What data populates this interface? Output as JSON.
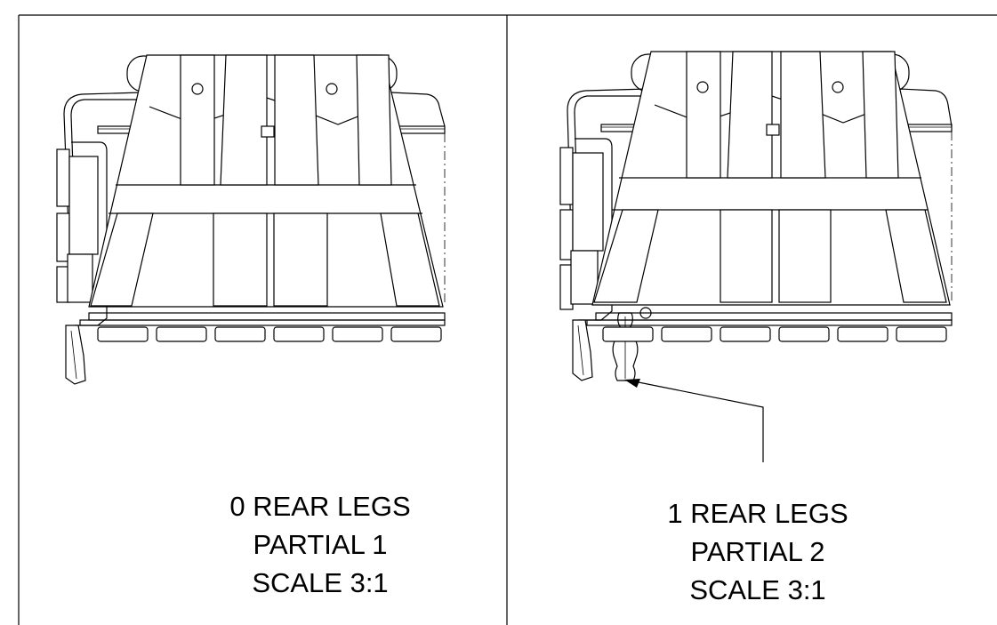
{
  "views": [
    {
      "lines": [
        "0 REAR LEGS",
        "PARTIAL 1",
        "SCALE 3:1"
      ]
    },
    {
      "lines": [
        "1 REAR LEGS",
        "PARTIAL 2",
        "SCALE 3:1"
      ]
    }
  ],
  "colors": {
    "line": "#000000",
    "background": "#ffffff"
  }
}
